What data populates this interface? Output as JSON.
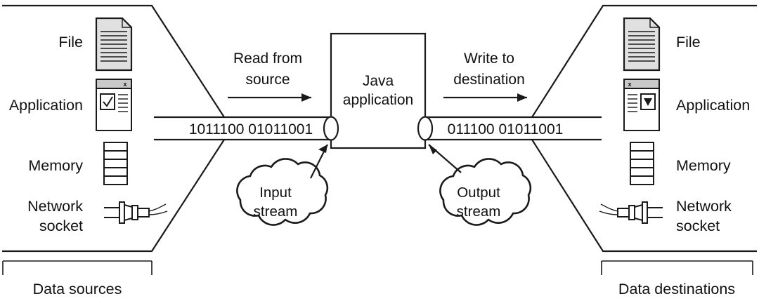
{
  "diagram": {
    "title": "Java I/O streams: data sources to Java application to data destinations",
    "colors": {
      "stroke": "#1a1a1a",
      "background": "#ffffff",
      "paper_fill": "#e0e0e0",
      "titlebar_fill": "#c9c9c9"
    },
    "left_group": {
      "bracket_label": "Data sources",
      "items": [
        {
          "label": "File",
          "icon": "file-icon"
        },
        {
          "label": "Application",
          "icon": "application-window-icon"
        },
        {
          "label": "Memory",
          "icon": "memory-icon"
        },
        {
          "label": "Network socket",
          "label_line1": "Network",
          "label_line2": "socket",
          "icon": "network-plug-icon"
        }
      ]
    },
    "right_group": {
      "bracket_label": "Data destinations",
      "items": [
        {
          "label": "File",
          "icon": "file-icon"
        },
        {
          "label": "Application",
          "icon": "application-window-icon"
        },
        {
          "label": "Memory",
          "icon": "memory-icon"
        },
        {
          "label": "Network socket",
          "label_line1": "Network",
          "label_line2": "socket",
          "icon": "network-plug-icon"
        }
      ]
    },
    "center": {
      "box_line1": "Java",
      "box_line2": "application"
    },
    "flows": {
      "read": {
        "label_line1": "Read from",
        "label_line2": "source",
        "arrow": "arrow-right-icon",
        "bits": "1011100 01011001"
      },
      "write": {
        "label_line1": "Write to",
        "label_line2": "destination",
        "arrow": "arrow-right-icon",
        "bits": "011100 01011001"
      }
    },
    "clouds": [
      {
        "name": "input-stream",
        "line1": "Input",
        "line2": "stream"
      },
      {
        "name": "output-stream",
        "line1": "Output",
        "line2": "stream"
      }
    ],
    "window_icon": {
      "close_glyph": "x"
    }
  }
}
